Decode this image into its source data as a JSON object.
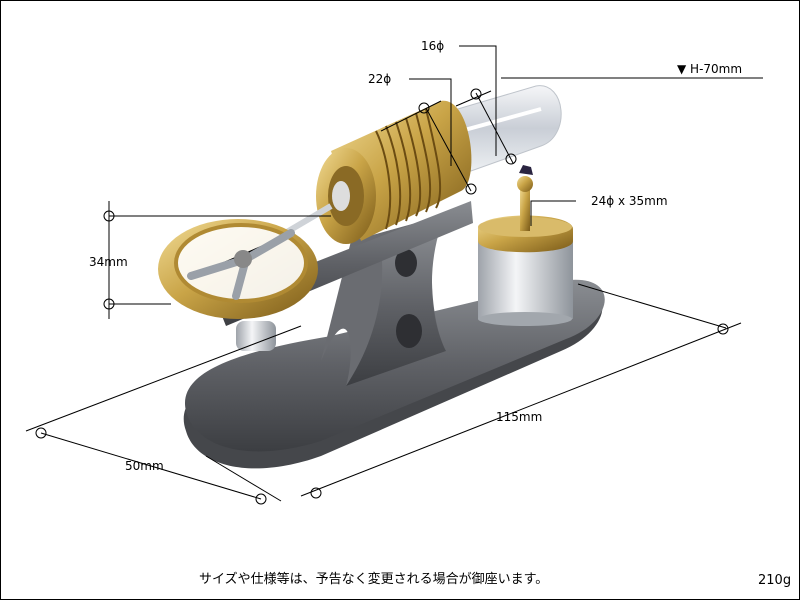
{
  "dimensions": {
    "bore_16": "16ϕ",
    "bore_22": "22ϕ",
    "height": "▼ H-70mm",
    "burner": "24ϕ x 35mm",
    "flywheel_height": "34mm",
    "length": "115mm",
    "width": "50mm"
  },
  "footer": {
    "notice": "サイズや仕様等は、予告なく変更される場合が御座います。",
    "weight": "210g"
  },
  "colors": {
    "brass": "#c9a447",
    "steel": "#5f6166",
    "aluminum": "#c8ccd2"
  }
}
